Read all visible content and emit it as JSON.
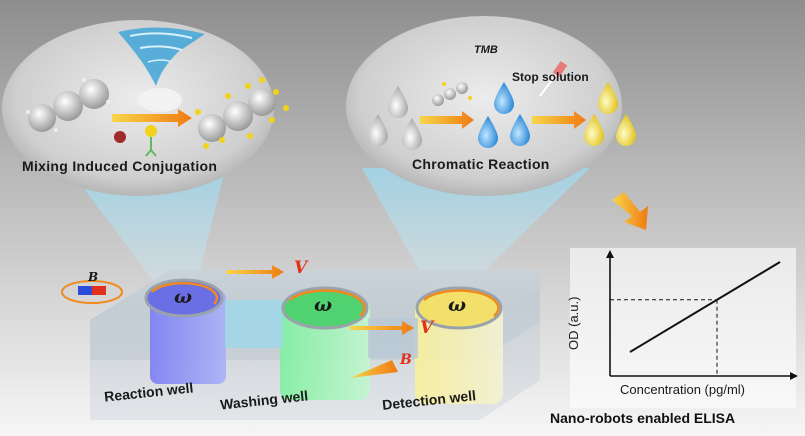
{
  "bubbles": {
    "left_title": "Mixing Induced Conjugation",
    "right_title": "Chromatic Reaction",
    "right_reagent": "TMB",
    "right_stop": "Stop solution"
  },
  "device": {
    "wells": [
      {
        "label": "Reaction well",
        "color": "#5a5cf0"
      },
      {
        "label": "Washing well",
        "color": "#45e06a"
      },
      {
        "label": "Detection well",
        "color": "#f5e874"
      }
    ],
    "omega_symbol": "ω",
    "velocity_symbol": "V",
    "field_symbol": "B"
  },
  "chart_data": {
    "type": "line",
    "xlabel": "Concentration (pg/ml)",
    "ylabel": "OD (a.u.)",
    "title": "",
    "x": [
      0,
      1
    ],
    "y": [
      0,
      1
    ]
  },
  "footer": "Nano-robots enabled ELISA",
  "colors": {
    "arrow": "#f08a1e",
    "accent_red": "#e2301c"
  }
}
